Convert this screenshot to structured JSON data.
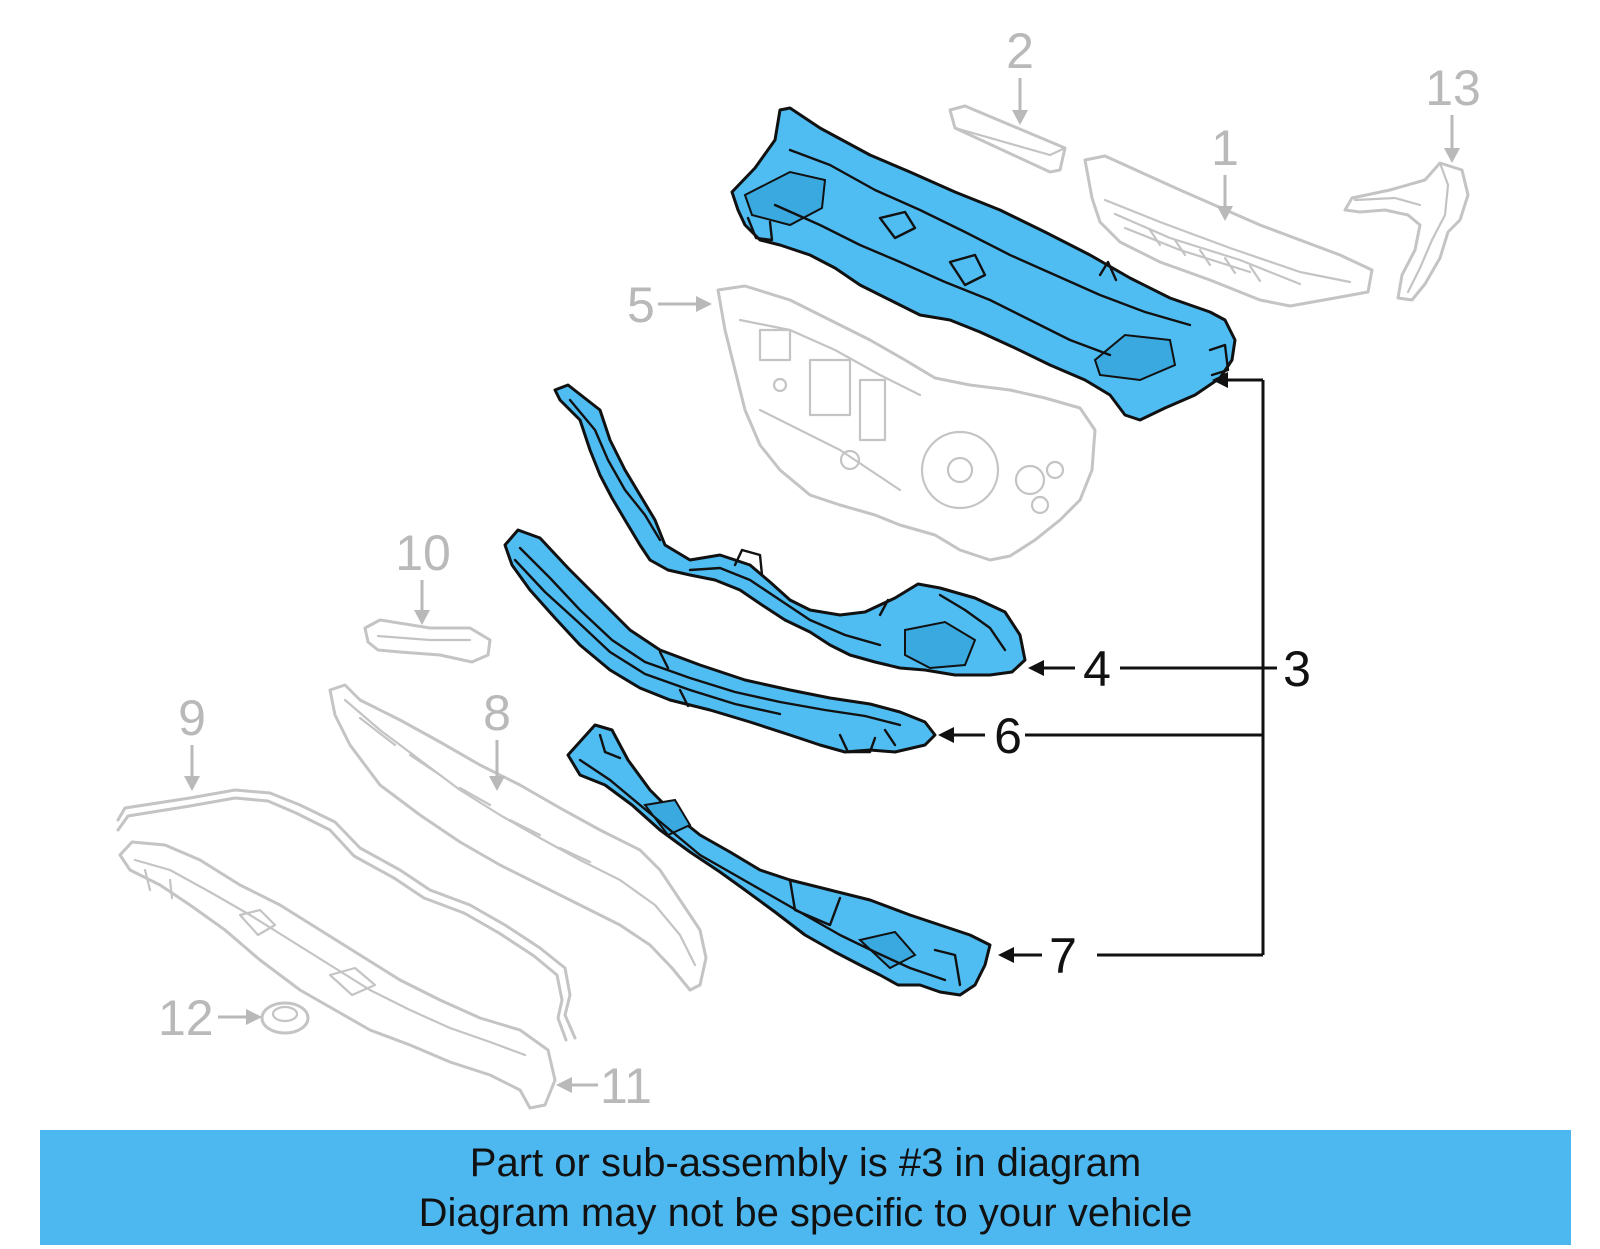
{
  "callouts": {
    "c1": "1",
    "c2": "2",
    "c3": "3",
    "c4": "4",
    "c5": "5",
    "c6": "6",
    "c7": "7",
    "c8": "8",
    "c9": "9",
    "c10": "10",
    "c11": "11",
    "c12": "12",
    "c13": "13"
  },
  "banner": {
    "line1": "Part or sub-assembly is #3 in diagram",
    "line2": "Diagram may not be specific to your vehicle"
  },
  "colors": {
    "highlight": "#4fbdf2",
    "banner": "#4db8f0",
    "inactive": "#c4c4c4",
    "active": "#111111"
  }
}
